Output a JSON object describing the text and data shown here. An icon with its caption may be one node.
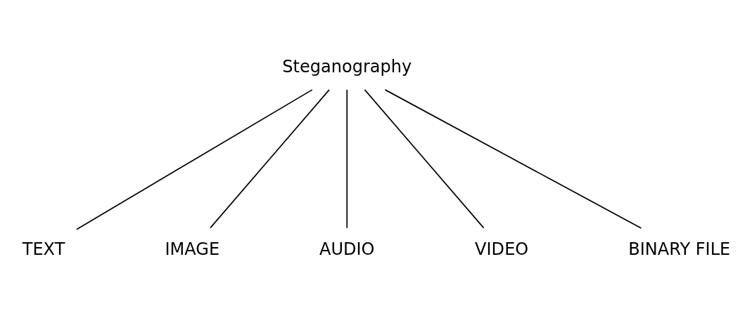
{
  "diagram": {
    "nodes": [
      {
        "text": [
          "Steganography"
        ]
      },
      {
        "text": [
          "TEXT"
        ]
      },
      {
        "text": [
          "IMAGE"
        ]
      },
      {
        "text": [
          "AUDIO"
        ]
      },
      {
        "text": [
          "VIDEO"
        ]
      },
      {
        "text": [
          "BINARY FILE"
        ]
      }
    ],
    "edges": [
      {
        "from": 0,
        "to": 1,
        "arrow": "none"
      },
      {
        "from": 0,
        "to": 2,
        "arrow": "none"
      },
      {
        "from": 0,
        "to": 3,
        "arrow": "none"
      },
      {
        "from": 0,
        "to": 4,
        "arrow": "none"
      },
      {
        "from": 0,
        "to": 5,
        "arrow": "none"
      }
    ]
  }
}
